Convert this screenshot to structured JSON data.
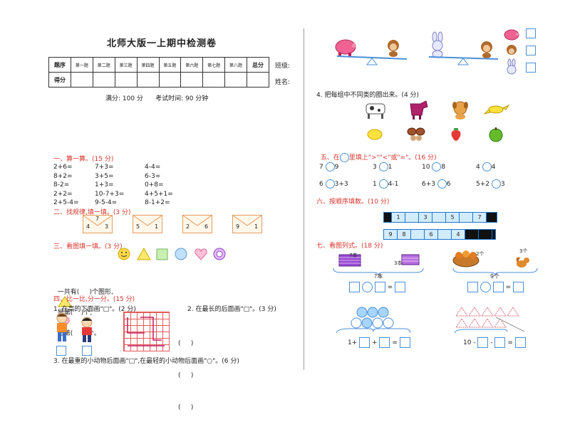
{
  "header": {
    "title": "北师大版一上期中检测卷",
    "table": {
      "row1_label": "题序",
      "columns": [
        "第一题",
        "第二题",
        "第三题",
        "第四题",
        "第五题",
        "第六题",
        "第七题",
        "第八题"
      ],
      "total_label": "总分",
      "row2_label": "得分"
    },
    "class_label": "班级:",
    "name_label": "姓名:",
    "meta": "满分: 100 分      考试时间: 90 分钟"
  },
  "s1": {
    "title": "一、算一算。(15 分)",
    "rows": [
      [
        "2+6=",
        "7+3=",
        "4-4="
      ],
      [
        "8+2=",
        "3+5=",
        "6-3="
      ],
      [
        "8-2=",
        "1+3=",
        "0+8="
      ],
      [
        "2+2=",
        "10-7+3=",
        "4+5+1="
      ],
      [
        "2+5-4=",
        "9-5-4=",
        "8-1+2="
      ]
    ]
  },
  "s2": {
    "title": "二、找规律,填一填。(3 分)",
    "envelopes": [
      {
        "top": "7",
        "left": "4",
        "right": "3"
      },
      {
        "top": "",
        "left": "5",
        "right": "1"
      },
      {
        "top": "",
        "left": "2",
        "right": "6"
      },
      {
        "top": "",
        "left": "9",
        "right": "1"
      }
    ]
  },
  "s3": {
    "title": "三、看图填一填。(3 分)",
    "fill_1": "一共有(     )个图形,",
    "fill_2": "是第(    )个,",
    "fill_3": "是第(      )个。"
  },
  "s4": {
    "title": "四、比一比,分一分。(15 分)",
    "q1": "1. 在高的下面画\"□\"。(2 分)",
    "q2": "2. 在最长的后面画\"□\"。(3 分)",
    "q3": "3. 在最重的小动物后面画\"□\",在最轻的小动物后面画\"○\"。(6 分)",
    "q4": "4. 把每组中不同类的圈出来。(4 分)",
    "parens": [
      "(     )",
      "(     )",
      "(     )"
    ]
  },
  "s5": {
    "title_pre": "五、在",
    "title_post": "里填上\">\"\"<\"或\"=\"。(16 分)",
    "items": [
      [
        "7",
        "9"
      ],
      [
        "3",
        "1"
      ],
      [
        "10",
        "8"
      ],
      [
        "4",
        "4"
      ],
      [
        "6",
        "3+3"
      ],
      [
        "1",
        "4-1"
      ],
      [
        "6+3",
        "6"
      ],
      [
        "5+2",
        "3"
      ]
    ]
  },
  "s6": {
    "title": "六、按顺序填数。(10 分)",
    "strip1": [
      "",
      "1",
      "",
      "3",
      "",
      "5",
      "",
      "7",
      ""
    ],
    "strip2": [
      "9",
      "8",
      "",
      "6",
      "",
      "4",
      "",
      "",
      ""
    ]
  },
  "s7": {
    "title": "七、看图列式。(18 分)",
    "p1_a": "7本",
    "p1_b": "3本",
    "p1_total": "?本",
    "p2_a": "2个",
    "p2_b": "3个",
    "p2_total": "9个",
    "eq_plus": "1+",
    "eq_op_plus": "+",
    "eq_eq": "=",
    "eq_minus_start": "10",
    "eq_op_minus": "-"
  },
  "colors": {
    "accent_red": "#d9342b",
    "box_blue": "#4a90d9",
    "strip_fill": "#d3ecfb"
  }
}
